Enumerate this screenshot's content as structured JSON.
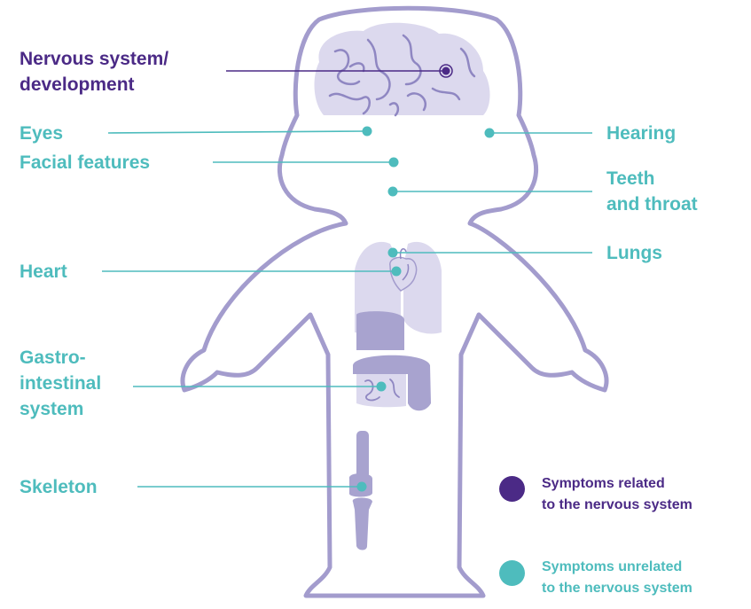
{
  "labels": {
    "nervous_l1": "Nervous system/",
    "nervous_l2": "development",
    "eyes": "Eyes",
    "facial": "Facial features",
    "hearing": "Hearing",
    "teeth_l1": "Teeth",
    "teeth_l2": "and throat",
    "heart": "Heart",
    "lungs": "Lungs",
    "gi_l1": "Gastro-",
    "gi_l2": "intestinal",
    "gi_l3": "system",
    "skeleton": "Skeleton"
  },
  "legend": {
    "related_l1": "Symptoms related",
    "related_l2": "to the nervous system",
    "unrelated_l1": "Symptoms unrelated",
    "unrelated_l2": "to the nervous system"
  },
  "colors": {
    "related": "#4b2a86",
    "unrelated": "#4ebcbd",
    "outline": "#a39ccd",
    "organ_light": "#dcd9ee",
    "organ_mid": "#a8a3cf"
  }
}
